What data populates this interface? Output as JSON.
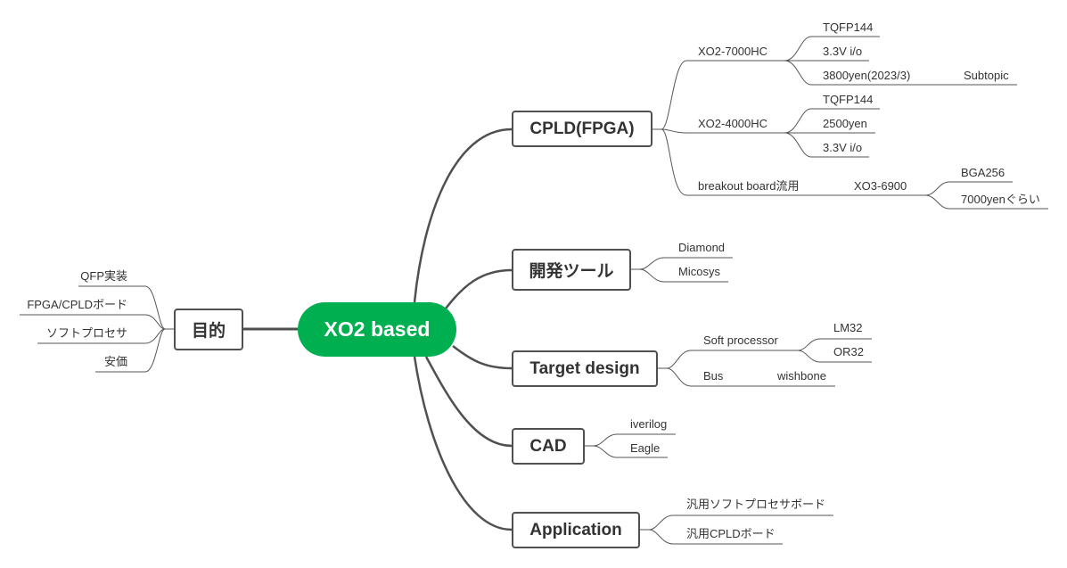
{
  "root": {
    "label": "XO2 based",
    "color": "#00b050"
  },
  "left": {
    "label": "目的",
    "children": [
      {
        "label": "QFP実装"
      },
      {
        "label": "FPGA/CPLDボード"
      },
      {
        "label": "ソフトプロセサ"
      },
      {
        "label": "安価"
      }
    ]
  },
  "right": [
    {
      "label": "CPLD(FPGA)",
      "children": [
        {
          "label": "XO2-7000HC",
          "children": [
            {
              "label": "TQFP144"
            },
            {
              "label": "3.3V i/o"
            },
            {
              "label": "3800yen(2023/3)",
              "children": [
                {
                  "label": "Subtopic"
                }
              ]
            }
          ]
        },
        {
          "label": "XO2-4000HC",
          "children": [
            {
              "label": "TQFP144"
            },
            {
              "label": "2500yen"
            },
            {
              "label": "3.3V i/o"
            }
          ]
        },
        {
          "label": "breakout board流用",
          "children": [
            {
              "label": "XO3-6900",
              "children": [
                {
                  "label": "BGA256"
                },
                {
                  "label": "7000yenぐらい"
                }
              ]
            }
          ]
        }
      ]
    },
    {
      "label": "開発ツール",
      "children": [
        {
          "label": "Diamond"
        },
        {
          "label": "Micosys"
        }
      ]
    },
    {
      "label": "Target design",
      "children": [
        {
          "label": "Soft processor",
          "children": [
            {
              "label": "LM32"
            },
            {
              "label": "OR32"
            }
          ]
        },
        {
          "label": "Bus",
          "children": [
            {
              "label": "wishbone"
            }
          ]
        }
      ]
    },
    {
      "label": "CAD",
      "children": [
        {
          "label": "iverilog"
        },
        {
          "label": "Eagle"
        }
      ]
    },
    {
      "label": "Application",
      "children": [
        {
          "label": "汎用ソフトプロセサボード"
        },
        {
          "label": "汎用CPLDボード"
        }
      ]
    }
  ],
  "colors": {
    "line": "#505050",
    "sub_line": "#555555"
  }
}
